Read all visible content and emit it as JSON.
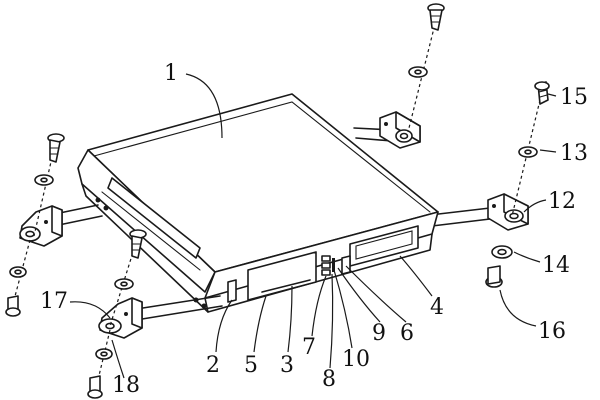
{
  "labels": {
    "l1": "1",
    "l2": "2",
    "l3": "3",
    "l4": "4",
    "l5": "5",
    "l6": "6",
    "l7": "7",
    "l8": "8",
    "l9": "9",
    "l10": "10",
    "l12": "12",
    "l13": "13",
    "l14": "14",
    "l15": "15",
    "l16": "16",
    "l17": "17",
    "l18": "18"
  }
}
